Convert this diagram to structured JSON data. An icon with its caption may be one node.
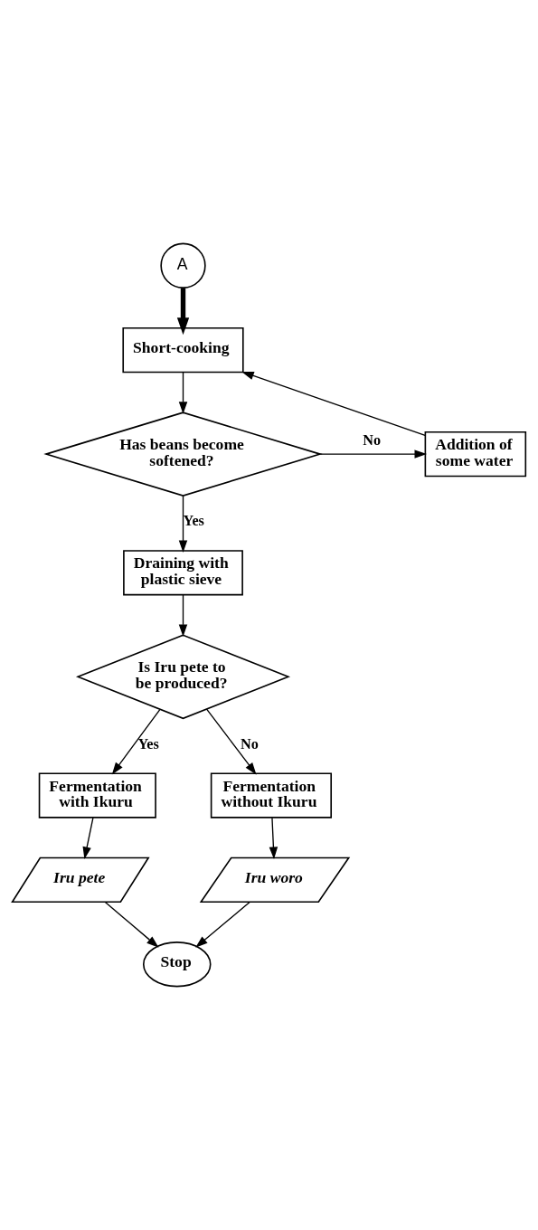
{
  "diagram": {
    "nodes": [
      {
        "text": [
          "A"
        ]
      },
      {
        "text": [
          "Short-cooking"
        ]
      },
      {
        "text": [
          "Has beans become softened?"
        ]
      },
      {
        "text": [
          "Addition of some water"
        ]
      },
      {
        "text": [
          "Draining with plastic sieve"
        ]
      },
      {
        "text": [
          "Is Iru pete to be produced?"
        ]
      },
      {
        "text": [
          "Fermentation with Ikuru"
        ]
      },
      {
        "text": [
          "Fermentation without Ikuru"
        ]
      },
      {
        "text": [
          "Iru pete"
        ]
      },
      {
        "text": [
          "Iru woro"
        ]
      },
      {
        "text": [
          "Stop"
        ]
      }
    ],
    "edges": [
      {
        "from": 0,
        "to": 1,
        "arrow": "to",
        "style": "thick"
      },
      {
        "from": 1,
        "to": 2,
        "arrow": "to"
      },
      {
        "from": 2,
        "to": 3,
        "arrow": "to",
        "label": "No"
      },
      {
        "from": 3,
        "to": 1,
        "arrow": "to"
      },
      {
        "from": 2,
        "to": 4,
        "arrow": "to",
        "label": "Yes"
      },
      {
        "from": 4,
        "to": 5,
        "arrow": "to"
      },
      {
        "from": 5,
        "to": 6,
        "arrow": "to",
        "label": "Yes"
      },
      {
        "from": 5,
        "to": 7,
        "arrow": "to",
        "label": "No"
      },
      {
        "from": 6,
        "to": 8,
        "arrow": "to"
      },
      {
        "from": 7,
        "to": 9,
        "arrow": "to"
      },
      {
        "from": 8,
        "to": 10,
        "arrow": "to"
      },
      {
        "from": 9,
        "to": 10,
        "arrow": "to"
      }
    ]
  }
}
